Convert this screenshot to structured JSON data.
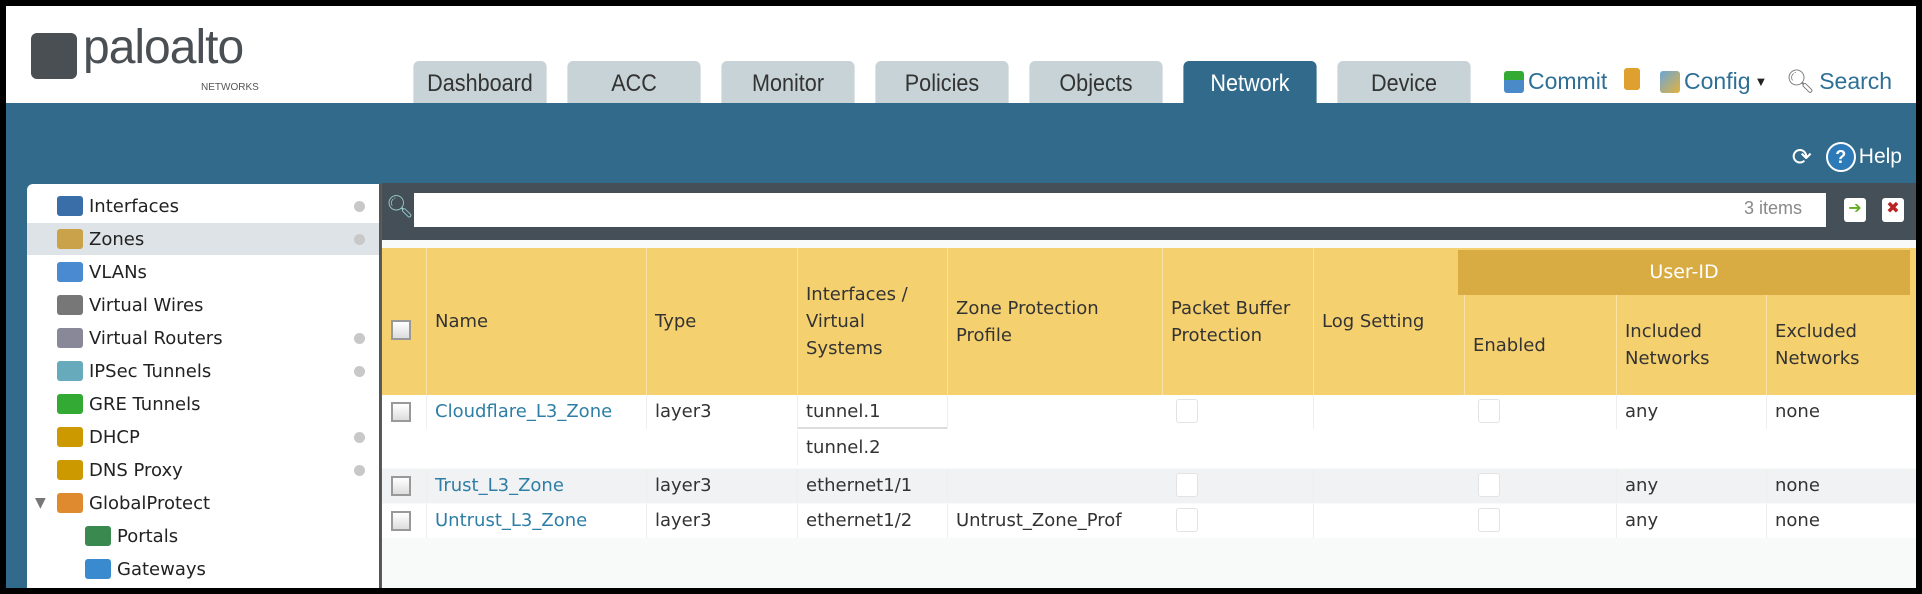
{
  "brand": {
    "name": "paloalto",
    "sub": "NETWORKS"
  },
  "tabs": [
    {
      "label": "Dashboard"
    },
    {
      "label": "ACC"
    },
    {
      "label": "Monitor"
    },
    {
      "label": "Policies"
    },
    {
      "label": "Objects"
    },
    {
      "label": "Network",
      "active": true
    },
    {
      "label": "Device"
    }
  ],
  "toolbar": {
    "commit": "Commit",
    "config": "Config",
    "search": "Search",
    "help": "Help"
  },
  "sidebar": {
    "items": [
      {
        "label": "Interfaces",
        "icon": "interfaces-icon",
        "dot": true
      },
      {
        "label": "Zones",
        "icon": "zones-icon",
        "dot": true,
        "selected": true
      },
      {
        "label": "VLANs",
        "icon": "vlans-icon",
        "dot": false
      },
      {
        "label": "Virtual Wires",
        "icon": "virtual-wires-icon",
        "dot": false
      },
      {
        "label": "Virtual Routers",
        "icon": "virtual-routers-icon",
        "dot": true
      },
      {
        "label": "IPSec Tunnels",
        "icon": "ipsec-tunnels-icon",
        "dot": true
      },
      {
        "label": "GRE Tunnels",
        "icon": "gre-tunnels-icon",
        "dot": false
      },
      {
        "label": "DHCP",
        "icon": "dhcp-icon",
        "dot": true
      },
      {
        "label": "DNS Proxy",
        "icon": "dns-proxy-icon",
        "dot": true
      },
      {
        "label": "GlobalProtect",
        "icon": "globalprotect-icon",
        "dot": false,
        "expanded": true
      },
      {
        "label": "Portals",
        "icon": "portals-icon",
        "dot": false,
        "child": true
      },
      {
        "label": "Gateways",
        "icon": "gateways-icon",
        "dot": false,
        "child": true
      }
    ]
  },
  "search": {
    "value": "",
    "count": "3 items"
  },
  "table": {
    "group_header": "User-ID",
    "columns": [
      "Name",
      "Type",
      "Interfaces / Virtual Systems",
      "Zone Protection Profile",
      "Packet Buffer Protection",
      "Log Setting",
      "Enabled",
      "Included Networks",
      "Excluded Networks"
    ],
    "rows": [
      {
        "name": "Cloudflare_L3_Zone",
        "type": "layer3",
        "interfaces": [
          "tunnel.1",
          "tunnel.2"
        ],
        "zone_protection": "",
        "packet_buffer": false,
        "log_setting": "",
        "enabled": false,
        "included": "any",
        "excluded": "none"
      },
      {
        "name": "Trust_L3_Zone",
        "type": "layer3",
        "interfaces": [
          "ethernet1/1"
        ],
        "zone_protection": "",
        "packet_buffer": false,
        "log_setting": "",
        "enabled": false,
        "included": "any",
        "excluded": "none"
      },
      {
        "name": "Untrust_L3_Zone",
        "type": "layer3",
        "interfaces": [
          "ethernet1/2"
        ],
        "zone_protection": "Untrust_Zone_Prof",
        "packet_buffer": false,
        "log_setting": "",
        "enabled": false,
        "included": "any",
        "excluded": "none"
      }
    ]
  },
  "colors": {
    "brand_blue": "#316a8a",
    "header_yellow": "#f5d06f",
    "group_header": "#d9ab43",
    "link": "#2e7ea6"
  }
}
